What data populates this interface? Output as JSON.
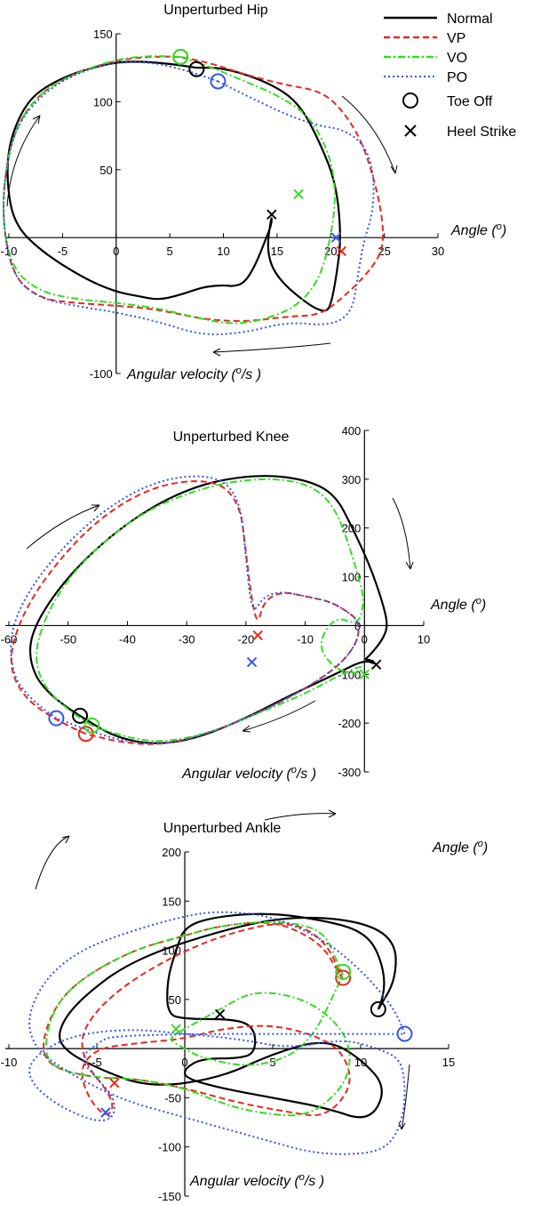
{
  "legend": {
    "items": [
      {
        "label": "Normal",
        "color": "#000000",
        "style": "solid"
      },
      {
        "label": "VP",
        "color": "#e8281e",
        "style": "dashed"
      },
      {
        "label": "VO",
        "color": "#33dd22",
        "style": "dashdot"
      },
      {
        "label": "PO",
        "color": "#3355ee",
        "style": "dotted"
      }
    ],
    "markers": [
      {
        "label": "Toe Off",
        "symbol": "circle"
      },
      {
        "label": "Heel Strike",
        "symbol": "cross"
      }
    ]
  },
  "chart_data": [
    {
      "type": "line",
      "subtype": "phase-portrait",
      "title": "Unperturbed Hip",
      "xlabel": "Angle (o)",
      "ylabel": "Angular velocity (o/s )",
      "xlim": [
        -10,
        30
      ],
      "ylim": [
        -100,
        150
      ],
      "xticks": [
        -10,
        -5,
        0,
        5,
        10,
        15,
        20,
        25,
        30
      ],
      "yticks": [
        -100,
        50,
        100,
        150
      ],
      "grid": false,
      "series": [
        {
          "name": "Normal",
          "x": [
            7.5,
            2,
            -3,
            -6.5,
            -8.5,
            -10,
            -10.2,
            -9.5,
            -7,
            -3,
            0,
            2,
            4,
            6,
            7.5,
            8.5,
            10,
            11,
            12,
            13,
            14,
            14.5,
            14.5,
            14,
            15,
            18,
            19.5,
            20,
            20.5,
            21,
            20.5,
            19,
            17,
            14,
            10,
            7.5
          ],
          "y": [
            125,
            132,
            124,
            112,
            98,
            70,
            40,
            10,
            -10,
            -30,
            -40,
            -43,
            -46,
            -42,
            -38,
            -36,
            -35,
            -36,
            -33,
            -20,
            0,
            10,
            17,
            -10,
            -30,
            -50,
            -55,
            -50,
            -30,
            0,
            40,
            70,
            100,
            115,
            125,
            125
          ]
        },
        {
          "name": "VP",
          "x": [
            6,
            2,
            -3,
            -7,
            -9.5,
            -10.5,
            -10.5,
            -9.5,
            -7,
            -4,
            0,
            4,
            8,
            12,
            16,
            19,
            21,
            23,
            24.5,
            25,
            24.5,
            23,
            21,
            19,
            16,
            12,
            9,
            6
          ],
          "y": [
            133,
            134,
            124,
            108,
            80,
            40,
            5,
            -30,
            -45,
            -48,
            -50,
            -53,
            -60,
            -62,
            -58,
            -57,
            -45,
            -30,
            -15,
            0,
            30,
            70,
            95,
            108,
            112,
            120,
            128,
            133
          ]
        },
        {
          "name": "VO",
          "x": [
            6,
            2,
            -3,
            -7,
            -9.5,
            -10.5,
            -10.5,
            -9.5,
            -7,
            -4,
            0,
            4,
            8,
            11,
            14,
            17,
            19,
            20,
            20.5,
            20,
            18,
            15,
            12,
            9,
            6
          ],
          "y": [
            133,
            135,
            124,
            108,
            80,
            40,
            5,
            -25,
            -40,
            -45,
            -48,
            -52,
            -60,
            -64,
            -60,
            -50,
            -30,
            0,
            30,
            60,
            90,
            105,
            115,
            125,
            133
          ]
        },
        {
          "name": "PO",
          "x": [
            9.5,
            5,
            0,
            -4,
            -7,
            -9.5,
            -10.5,
            -10.5,
            -9.5,
            -7,
            -4,
            0,
            4,
            8,
            12,
            16,
            20,
            22,
            22.5,
            23,
            24,
            24,
            23,
            21,
            19,
            16,
            12,
            9.5
          ],
          "y": [
            115,
            128,
            130,
            120,
            105,
            80,
            40,
            5,
            -30,
            -45,
            -50,
            -55,
            -62,
            -72,
            -70,
            -62,
            -65,
            -55,
            -30,
            -5,
            20,
            50,
            70,
            80,
            82,
            90,
            105,
            115
          ]
        }
      ],
      "events": [
        {
          "series": "Normal",
          "type": "Toe Off",
          "x": 7.5,
          "y": 124
        },
        {
          "series": "VP",
          "type": "Toe Off",
          "x": 6,
          "y": 133
        },
        {
          "series": "VO",
          "type": "Toe Off",
          "x": 6,
          "y": 133
        },
        {
          "series": "PO",
          "type": "Toe Off",
          "x": 9.5,
          "y": 115
        },
        {
          "series": "Normal",
          "type": "Heel Strike",
          "x": 14.5,
          "y": 17
        },
        {
          "series": "VP",
          "type": "Heel Strike",
          "x": 21,
          "y": -10
        },
        {
          "series": "VO",
          "type": "Heel Strike",
          "x": 17,
          "y": 32
        },
        {
          "series": "PO",
          "type": "Heel Strike",
          "x": 20.5,
          "y": 0
        }
      ]
    },
    {
      "type": "line",
      "subtype": "phase-portrait",
      "title": "Unperturbed Knee",
      "xlabel": "Angle (o)",
      "ylabel": "Angular velocity (o/s )",
      "xlim": [
        -60,
        10
      ],
      "ylim": [
        -300,
        400
      ],
      "xticks": [
        -60,
        -50,
        -40,
        -30,
        -20,
        -10,
        0,
        10
      ],
      "yticks": [
        -300,
        -200,
        -100,
        0,
        100,
        200,
        300,
        400
      ],
      "grid": false,
      "series": [
        {
          "name": "Normal",
          "x": [
            -48,
            -54,
            -57,
            -55,
            -48,
            -38,
            -28,
            -18,
            -10,
            -5,
            -2,
            1,
            3,
            4,
            3,
            1,
            0,
            1,
            2,
            0,
            -5,
            -12,
            -20,
            -28,
            -35,
            -42,
            -48
          ],
          "y": [
            -185,
            -140,
            -60,
            20,
            130,
            230,
            290,
            310,
            300,
            270,
            200,
            120,
            50,
            0,
            -30,
            -60,
            -70,
            -70,
            -80,
            -70,
            -100,
            -140,
            -190,
            -230,
            -245,
            -230,
            -185
          ]
        },
        {
          "name": "VP",
          "x": [
            -47,
            -55,
            -60,
            -59,
            -54,
            -45,
            -35,
            -25,
            -21,
            -20,
            -19,
            -18,
            -17,
            -14,
            -10,
            -6,
            -3,
            -1,
            -1,
            -4,
            -10,
            -18,
            -26,
            -34,
            -41,
            -47
          ],
          "y": [
            -222,
            -180,
            -100,
            -10,
            100,
            220,
            290,
            300,
            250,
            150,
            50,
            0,
            50,
            70,
            60,
            50,
            30,
            10,
            -30,
            -80,
            -130,
            -180,
            -220,
            -245,
            -240,
            -222
          ]
        },
        {
          "name": "VO",
          "x": [
            -46,
            -52,
            -56,
            -54,
            -48,
            -38,
            -28,
            -20,
            -13,
            -8,
            -5,
            -3,
            -1,
            0,
            -1,
            -5,
            -8,
            -5,
            -1,
            0,
            -4,
            -10,
            -18,
            -26,
            -34,
            -40,
            -46
          ],
          "y": [
            -205,
            -160,
            -80,
            20,
            130,
            230,
            280,
            300,
            300,
            280,
            240,
            180,
            100,
            50,
            0,
            20,
            -40,
            -90,
            -100,
            -80,
            -100,
            -140,
            -180,
            -220,
            -240,
            -230,
            -205
          ]
        },
        {
          "name": "PO",
          "x": [
            -52,
            -58,
            -60,
            -59,
            -54,
            -45,
            -35,
            -25,
            -21,
            -20,
            -19,
            -17,
            -14,
            -10,
            -6,
            -3,
            -1,
            -1,
            -4,
            -10,
            -18,
            -26,
            -34,
            -42,
            -52
          ],
          "y": [
            -190,
            -140,
            -60,
            20,
            120,
            230,
            300,
            310,
            260,
            140,
            20,
            60,
            70,
            60,
            50,
            30,
            10,
            -30,
            -80,
            -130,
            -180,
            -220,
            -245,
            -235,
            -190
          ]
        }
      ],
      "events": [
        {
          "series": "Normal",
          "type": "Toe Off",
          "x": -48,
          "y": -185
        },
        {
          "series": "VP",
          "type": "Toe Off",
          "x": -47,
          "y": -222
        },
        {
          "series": "VO",
          "type": "Toe Off",
          "x": -46,
          "y": -205
        },
        {
          "series": "PO",
          "type": "Toe Off",
          "x": -52,
          "y": -190
        },
        {
          "series": "Normal",
          "type": "Heel Strike",
          "x": 2,
          "y": -80
        },
        {
          "series": "VP",
          "type": "Heel Strike",
          "x": -18,
          "y": -20
        },
        {
          "series": "VO",
          "type": "Heel Strike",
          "x": 0,
          "y": -100
        },
        {
          "series": "PO",
          "type": "Heel Strike",
          "x": -19,
          "y": -75
        }
      ]
    },
    {
      "type": "line",
      "subtype": "phase-portrait",
      "title": "Unperturbed Ankle",
      "xlabel": "Angle (o)",
      "ylabel": "Angular velocity (o/s )",
      "xlim": [
        -10,
        15
      ],
      "ylim": [
        -150,
        200
      ],
      "xticks": [
        -10,
        -5,
        0,
        5,
        10,
        15
      ],
      "yticks": [
        -150,
        -100,
        -50,
        50,
        100,
        150,
        200
      ],
      "grid": false,
      "series": [
        {
          "name": "Normal",
          "x": [
            11,
            11.5,
            11,
            10,
            8,
            5,
            2,
            0,
            -0.5,
            -1,
            -1,
            0,
            3,
            4,
            4,
            3,
            1,
            0,
            0,
            2,
            5,
            8,
            10.5,
            11.5,
            10,
            8,
            5,
            2,
            -2,
            -5,
            -7,
            -7.2,
            -6,
            -3,
            2,
            6,
            10,
            12,
            12,
            11
          ],
          "y": [
            40,
            60,
            100,
            120,
            130,
            138,
            135,
            125,
            100,
            70,
            35,
            30,
            30,
            20,
            -5,
            -10,
            -10,
            -20,
            -30,
            -40,
            -50,
            -60,
            -75,
            -40,
            -10,
            10,
            -5,
            -30,
            -40,
            -20,
            0,
            20,
            50,
            90,
            120,
            135,
            130,
            110,
            70,
            40
          ]
        },
        {
          "name": "VP",
          "x": [
            9,
            8.5,
            8,
            7,
            5,
            2,
            0,
            -3,
            -6,
            -7.5,
            -8.2,
            -7.5,
            -5,
            -3,
            0,
            3,
            6,
            8,
            9.5,
            9.2,
            8,
            5,
            2,
            0,
            -3,
            -5,
            -6,
            -5.5,
            -4.5,
            -4,
            -4.5,
            -5.5,
            -6,
            -5,
            -3,
            0,
            3,
            6,
            8,
            9
          ],
          "y": [
            70,
            85,
            100,
            115,
            130,
            125,
            115,
            100,
            70,
            40,
            0,
            -20,
            -30,
            -30,
            -40,
            -55,
            -65,
            -70,
            -40,
            -10,
            10,
            25,
            20,
            10,
            5,
            0,
            -20,
            -50,
            -70,
            -60,
            -40,
            -20,
            10,
            40,
            70,
            100,
            120,
            130,
            110,
            70
          ]
        },
        {
          "name": "VO",
          "x": [
            9,
            8.5,
            8,
            7,
            5,
            2,
            0,
            -3,
            -6,
            -7.5,
            -8,
            -7.5,
            -5,
            -3,
            0,
            2,
            4,
            7,
            9,
            9.5,
            9,
            7,
            4,
            2,
            0,
            -1,
            0,
            1,
            4,
            7,
            9
          ],
          "y": [
            75,
            95,
            115,
            125,
            130,
            125,
            115,
            100,
            70,
            40,
            0,
            -20,
            -30,
            -30,
            -40,
            -55,
            -65,
            -70,
            -40,
            -10,
            20,
            50,
            60,
            40,
            20,
            10,
            0,
            -10,
            -20,
            0,
            75
          ]
        },
        {
          "name": "PO",
          "x": [
            12.5,
            12.2,
            11.5,
            10,
            8,
            5,
            2,
            0,
            -3,
            -6,
            -8,
            -9,
            -8.5,
            -7,
            -5,
            -3,
            -1,
            1,
            3,
            5,
            7,
            9,
            11,
            12,
            12.5,
            12.5,
            12.2,
            11,
            9,
            6,
            3,
            0,
            -3,
            -6,
            -8,
            -9,
            -8.5,
            -7,
            -5,
            -4,
            -4,
            -5,
            -6,
            -5,
            -4,
            12.5
          ],
          "y": [
            15,
            30,
            50,
            80,
            110,
            135,
            140,
            135,
            120,
            100,
            70,
            30,
            0,
            -20,
            -40,
            -55,
            -65,
            -75,
            -85,
            -95,
            -105,
            -108,
            -105,
            -90,
            -60,
            -30,
            -10,
            0,
            10,
            0,
            10,
            15,
            20,
            15,
            0,
            -20,
            -40,
            -60,
            -75,
            -70,
            -50,
            -30,
            -10,
            5,
            15,
            15
          ]
        }
      ],
      "events": [
        {
          "series": "Normal",
          "type": "Toe Off",
          "x": 11,
          "y": 40
        },
        {
          "series": "VP",
          "type": "Toe Off",
          "x": 9,
          "y": 72
        },
        {
          "series": "VO",
          "type": "Toe Off",
          "x": 9,
          "y": 78
        },
        {
          "series": "PO",
          "type": "Toe Off",
          "x": 12.5,
          "y": 15
        },
        {
          "series": "Normal",
          "type": "Heel Strike",
          "x": 2,
          "y": 35
        },
        {
          "series": "VP",
          "type": "Heel Strike",
          "x": -4,
          "y": -35
        },
        {
          "series": "VO",
          "type": "Heel Strike",
          "x": -0.5,
          "y": 20
        },
        {
          "series": "PO",
          "type": "Heel Strike",
          "x": -4.5,
          "y": -65
        }
      ]
    }
  ]
}
